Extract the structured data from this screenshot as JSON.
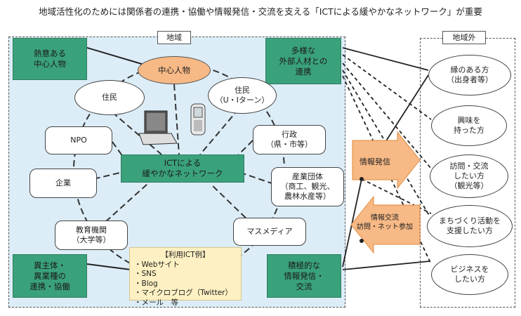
{
  "title": "地域活性化のためには関係者の連携・協働や情報発信・交流を支える「ICTによる緩やかなネットワーク」が重要",
  "regions": {
    "local": "地域",
    "outside": "地域外"
  },
  "center_person": "中心人物",
  "network": {
    "line1": "ICTによる",
    "line2": "緩やかなネットワーク"
  },
  "green_boxes": {
    "enthusiast": {
      "line1": "熱意ある",
      "line2": "中心人物"
    },
    "external": {
      "line1": "多様な",
      "line2": "外部人材との",
      "line3": "連携"
    },
    "cross_sector": {
      "line1": "異主体・",
      "line2": "異業種の",
      "line3": "連携・協働"
    },
    "active_info": {
      "line1": "積極的な",
      "line2": "情報発信・",
      "line3": "交流"
    }
  },
  "nodes": {
    "residents": "住民",
    "ui_residents": {
      "line1": "住民",
      "line2": "（U・Iターン）"
    },
    "npo": "NPO",
    "government": {
      "line1": "行政",
      "line2": "（県・市等）"
    },
    "company": "企業",
    "industry": {
      "line1": "産業団体",
      "line2": "（商工、観光、",
      "line3": "農林水産等）"
    },
    "education": {
      "line1": "教育機関",
      "line2": "（大学等）"
    },
    "media": "マスメディア"
  },
  "ict_examples": {
    "header": "【利用ICT例】",
    "items": [
      "・Webサイト",
      "・SNS",
      "・Blog",
      "・マイクロブログ（Twitter）",
      "・メール　等"
    ]
  },
  "arrows": {
    "send": "情報発信",
    "receive": {
      "line1": "情報交流",
      "line2": "訪問・ネット参加"
    }
  },
  "outside_people": [
    {
      "line1": "縁のある方",
      "line2": "（出身者等）"
    },
    {
      "line1": "興味を",
      "line2": "持った方"
    },
    {
      "line1": "訪問・交流",
      "line2": "したい方",
      "line3": "（観光等）"
    },
    {
      "line1": "まちづくり活動を",
      "line2": "支援したい方"
    },
    {
      "line1": "ビジネスを",
      "line2": "したい方"
    }
  ],
  "colors": {
    "green": "#3aa27b",
    "light_blue": "#dcedf8",
    "orange": "#f7b985",
    "yellow": "#fdf0c2"
  }
}
